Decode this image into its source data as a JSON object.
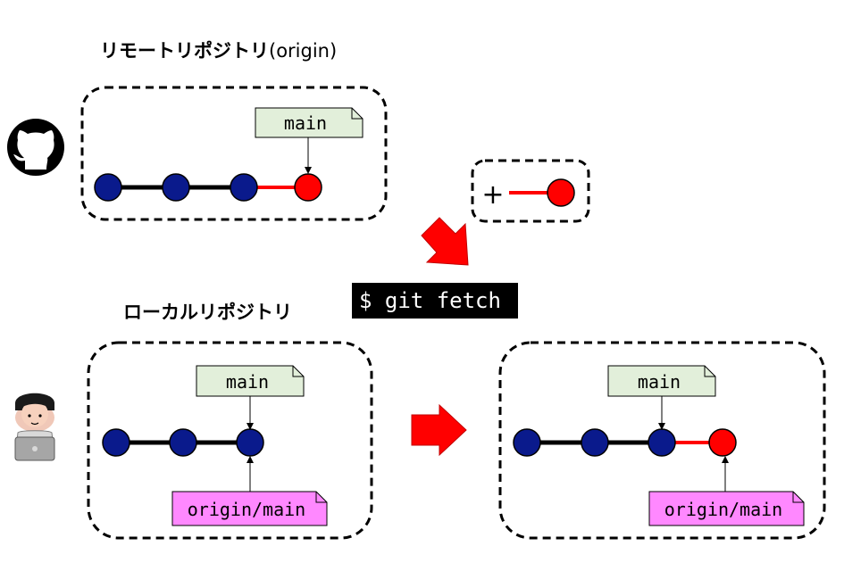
{
  "remote": {
    "title": "リモートリポジトリ",
    "title_suffix": "(origin)",
    "icon": "github-icon",
    "branch_label": "main"
  },
  "transfer": {
    "plus": "+",
    "command": "$ git fetch"
  },
  "local": {
    "title": "ローカルリポジトリ",
    "icon": "developer-laptop-icon",
    "before": {
      "branch_label": "main",
      "tracking_label": "origin/main"
    },
    "after": {
      "branch_label": "main",
      "tracking_label": "origin/main"
    }
  },
  "colors": {
    "old_commit": "#0a1a8c",
    "new_commit": "#ff0000",
    "main_label_bg": "#e2efda",
    "origin_label_bg": "#ff88ff",
    "arrow": "#ff0000"
  }
}
